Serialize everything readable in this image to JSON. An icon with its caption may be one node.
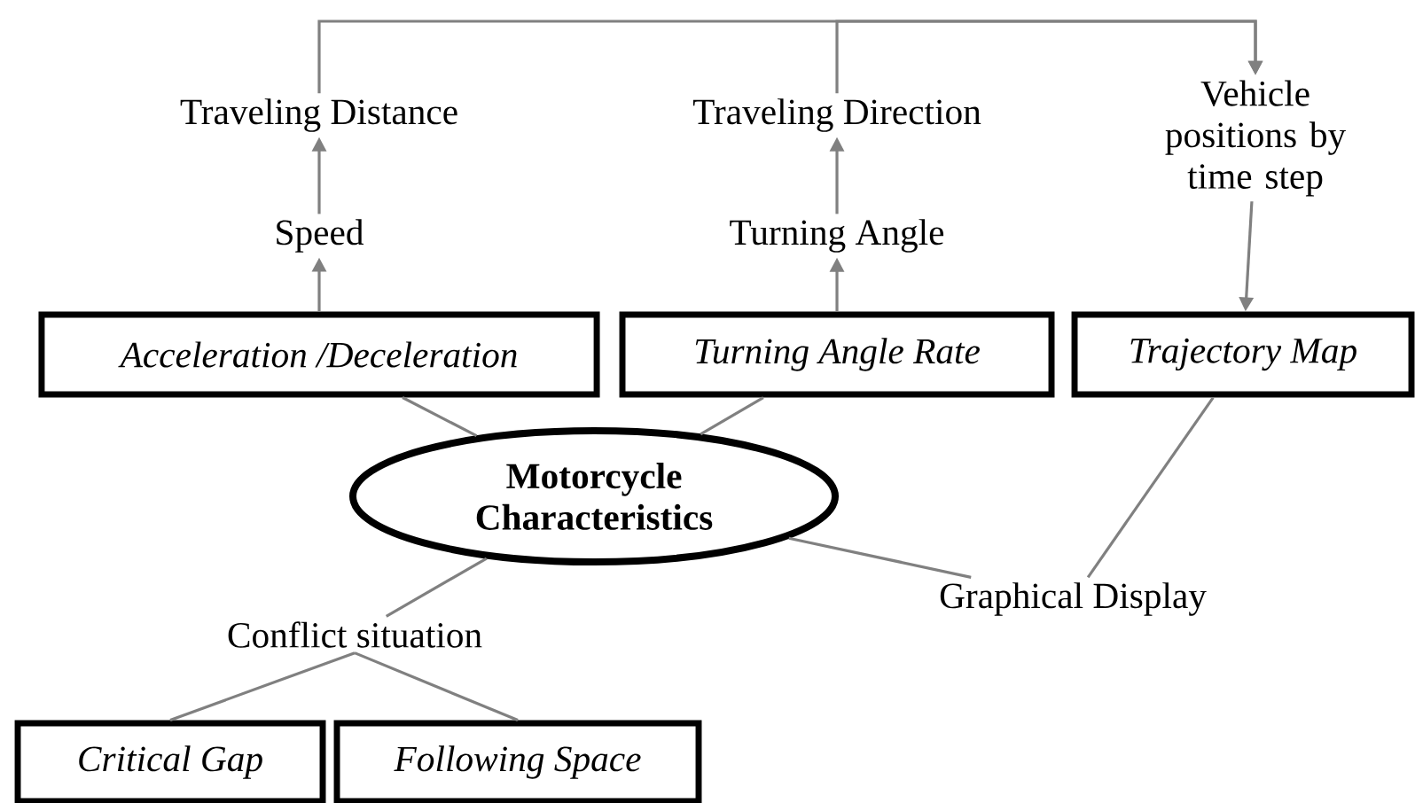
{
  "diagram": {
    "nodes": [
      {
        "text": [
          "Traveling Distance"
        ]
      },
      {
        "text": [
          "Traveling Direction"
        ]
      },
      {
        "text": [
          "Vehicle positions by time step"
        ]
      },
      {
        "text": [
          "Speed"
        ]
      },
      {
        "text": [
          "Turning Angle"
        ]
      },
      {
        "text": [
          "Acceleration /Deceleration"
        ]
      },
      {
        "text": [
          "Turning Angle Rate"
        ]
      },
      {
        "text": [
          "Trajectory Map"
        ]
      },
      {
        "text": [
          "Motorcycle Characteristics"
        ]
      },
      {
        "text": [
          "Conflict situation"
        ]
      },
      {
        "text": [
          "Graphical Display"
        ]
      },
      {
        "text": [
          "Critical Gap"
        ]
      },
      {
        "text": [
          "Following Space"
        ]
      }
    ],
    "edges": [
      {
        "from": 5,
        "to": 3,
        "arrow": "to"
      },
      {
        "from": 3,
        "to": 0,
        "arrow": "to"
      },
      {
        "from": 6,
        "to": 4,
        "arrow": "to"
      },
      {
        "from": 4,
        "to": 1,
        "arrow": "to"
      },
      {
        "from": 0,
        "to": 2,
        "arrow": "to"
      },
      {
        "from": 1,
        "to": 2,
        "arrow": "to"
      },
      {
        "from": 2,
        "to": 7,
        "arrow": "to"
      },
      {
        "from": 8,
        "to": 5,
        "arrow": "none"
      },
      {
        "from": 8,
        "to": 6,
        "arrow": "none"
      },
      {
        "from": 7,
        "to": 10,
        "arrow": "none"
      },
      {
        "from": 8,
        "to": 10,
        "arrow": "none"
      },
      {
        "from": 8,
        "to": 9,
        "arrow": "none"
      },
      {
        "from": 9,
        "to": 11,
        "arrow": "none"
      },
      {
        "from": 9,
        "to": 12,
        "arrow": "none"
      }
    ]
  }
}
